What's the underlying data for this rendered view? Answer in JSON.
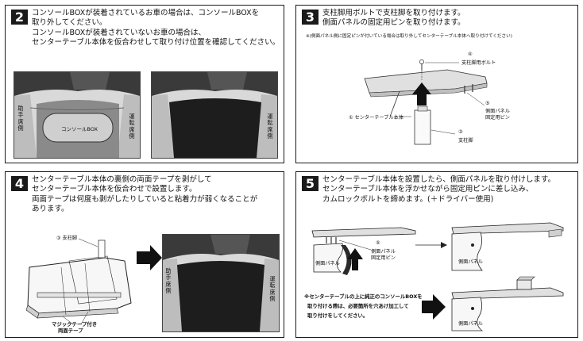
{
  "step2": {
    "number": "2",
    "lines": [
      "コンソールBOXが装着されているお車の場合は、コンソールBOXを",
      "取り外してください。",
      "コンソールBOXが装着されていないお車の場合は、",
      "センターテーブル本体を仮合わせして取り付け位置を確認してください。"
    ],
    "console_label": "コンソールBOX",
    "left_side": "助手席側",
    "right_side": "運転席側"
  },
  "step3": {
    "number": "3",
    "lines": [
      "支柱脚用ボルトで支柱脚を取り付けます。",
      "側面パネルの固定用ピンを取り付けます。"
    ],
    "note": "※(側面パネル側に固定ピンが付いている場合は取り外してセンターテーブル本体へ取り付けてください)",
    "bolt_num": "④",
    "bolt_label": "支柱脚用ボルト",
    "pin_num": "⑤",
    "pin_label1": "側面パネル",
    "pin_label2": "固定用ピン",
    "body_label": "① センターテーブル本体",
    "leg_num": "③",
    "leg_label": "支柱脚"
  },
  "step4": {
    "number": "4",
    "lines": [
      "センターテーブル本体の裏側の両面テープを剥がして",
      "センターテーブル本体を仮合わせで設置します。",
      "両面テープは何度も剥がしたりしていると粘着力が弱くなることが",
      "あります。"
    ],
    "leg_label": "③ 支柱脚",
    "tape_label1": "マジックテープ付き",
    "tape_label2": "両面テープ",
    "left_side": "助手席側",
    "right_side": "運転席側"
  },
  "step5": {
    "number": "5",
    "lines": [
      "センターテーブル本体を設置したら、側面パネルを取り付けします。",
      "センターテーブル本体を浮かせながら固定用ピンに差し込み、",
      "カムロックボルトを締めます。(＋ドライバー使用)"
    ],
    "pin_num": "⑤",
    "pin_label1": "側面パネル",
    "pin_label2": "固定用ピン",
    "panel_label": "側面パネル",
    "note_lines": [
      "※センターテーブルの上に純正のコンソールBOXを",
      "取り付ける際は、必要箇所を穴あけ加工して",
      "取り付けをしてください。"
    ]
  }
}
